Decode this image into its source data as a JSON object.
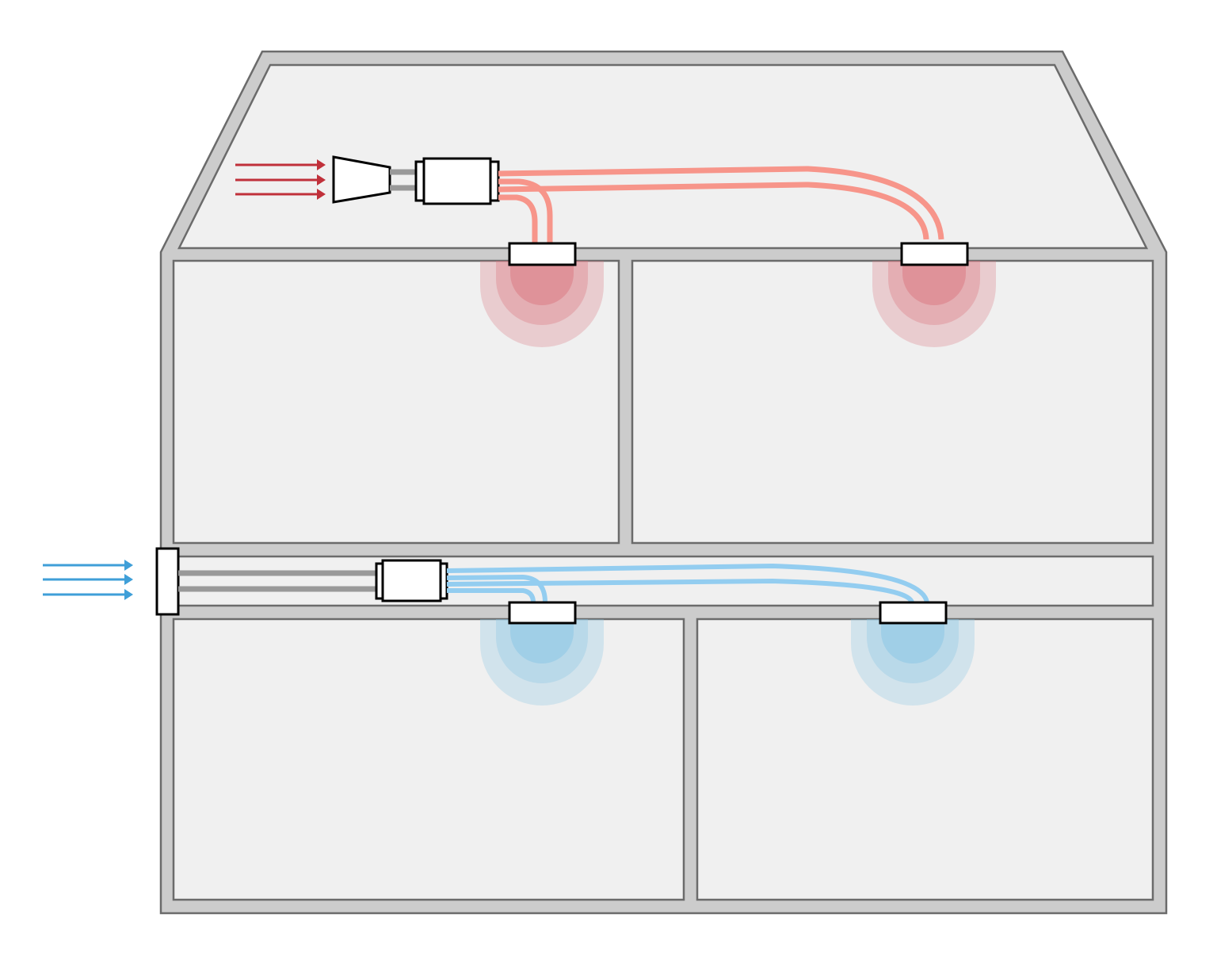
{
  "diagram": {
    "kind": "building-cross-section",
    "colors": {
      "background": "#ffffff",
      "wall_fill": "#cccccc",
      "wall_stroke": "#6b6b6b",
      "room_fill": "#f0f0f0",
      "warm_arrow": "#c0303a",
      "warm_duct": "#f7958a",
      "warm_glow": "#d9717a",
      "cool_arrow": "#3f9fd8",
      "cool_duct": "#93cdf0",
      "cool_glow": "#8cc6e6",
      "equipment_fill": "#ffffff",
      "equipment_stroke": "#000000",
      "connector": "#999999"
    },
    "systems": [
      {
        "name": "warm-air-system",
        "location": "attic",
        "arrow_icon": "triple-arrow-right-icon",
        "outlets": 2
      },
      {
        "name": "cool-air-system",
        "location": "mid-floor-service-void",
        "arrow_icon": "triple-arrow-right-icon",
        "outlets": 2
      }
    ],
    "rooms": [
      "upper-left-room",
      "upper-right-room",
      "lower-left-room",
      "lower-right-room"
    ]
  }
}
